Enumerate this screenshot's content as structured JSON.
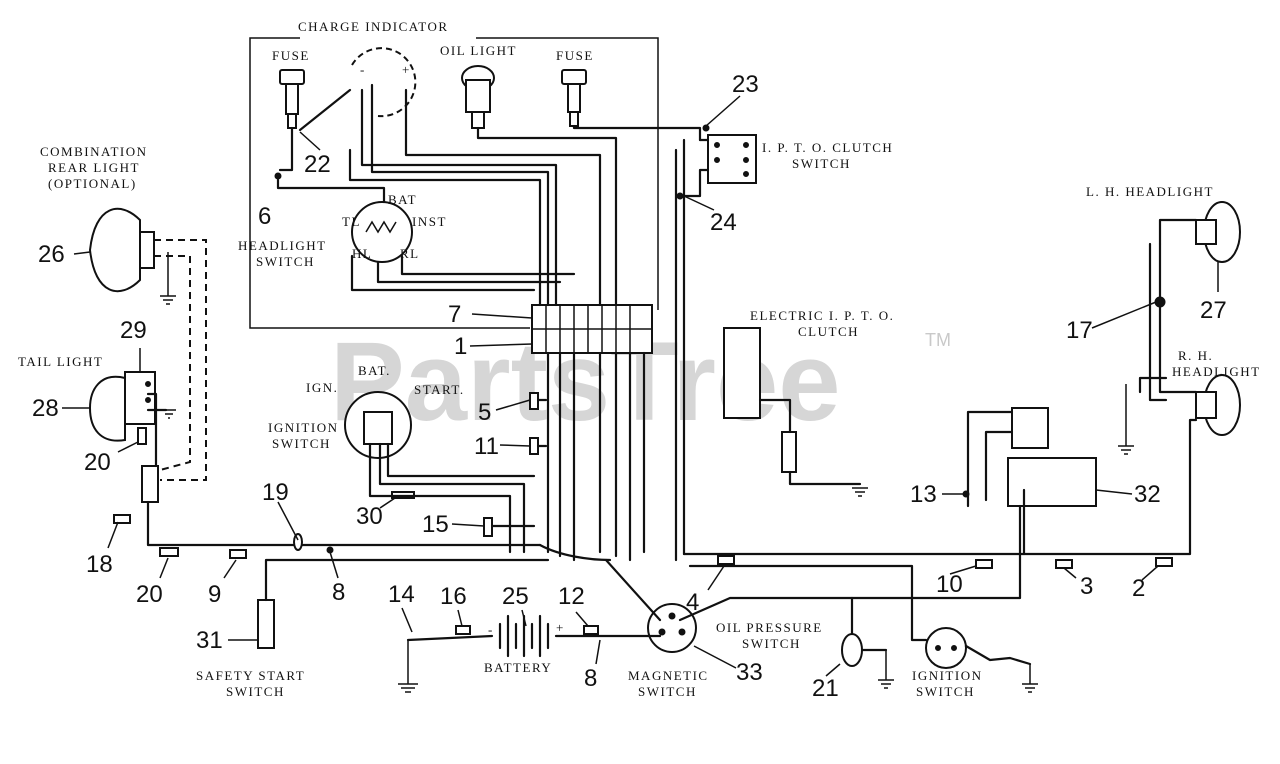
{
  "watermark": {
    "text": "PartsTree",
    "tm": "TM"
  },
  "component_labels": {
    "charge_indicator": "CHARGE INDICATOR",
    "fuse_left": "FUSE",
    "oil_light": "OIL LIGHT",
    "fuse_right": "FUSE",
    "pto_switch_1": "I. P. T. O. CLUTCH",
    "pto_switch_2": "SWITCH",
    "combo_light_1": "COMBINATION",
    "combo_light_2": "REAR LIGHT",
    "combo_light_3": "(OPTIONAL)",
    "headlight_switch_1": "HEADLIGHT",
    "headlight_switch_2": "SWITCH",
    "hl_sw_bat": "BAT",
    "hl_sw_tl": "TL",
    "hl_sw_inst": "INST",
    "hl_sw_hl": "HL",
    "hl_sw_rl": "RL",
    "lh_headlight": "L. H. HEADLIGHT",
    "electric_clutch_1": "ELECTRIC I. P. T. O.",
    "electric_clutch_2": "CLUTCH",
    "rh_headlight_1": "R. H.",
    "rh_headlight_2": "HEADLIGHT",
    "tail_light": "TAIL LIGHT",
    "ign_bat": "BAT.",
    "ign_ign": "IGN.",
    "ign_start": "START.",
    "ignition_switch_1": "IGNITION",
    "ignition_switch_2": "SWITCH",
    "battery": "BATTERY",
    "safety_start_1": "SAFETY START",
    "safety_start_2": "SWITCH",
    "magnetic_switch_1": "MAGNETIC",
    "magnetic_switch_2": "SWITCH",
    "oil_pressure_1": "OIL PRESSURE",
    "oil_pressure_2": "SWITCH",
    "ignition_switch_b_1": "IGNITION",
    "ignition_switch_b_2": "SWITCH",
    "battery_minus": "-",
    "battery_plus": "+"
  },
  "callouts": {
    "n23": "23",
    "n22": "22",
    "n6": "6",
    "n24": "24",
    "n26": "26",
    "n27": "27",
    "n7": "7",
    "n1": "1",
    "n17": "17",
    "n29": "29",
    "n28": "28",
    "n5": "5",
    "n11": "11",
    "n20a": "20",
    "n13": "13",
    "n32": "32",
    "n19": "19",
    "n30": "30",
    "n15": "15",
    "n18": "18",
    "n20b": "20",
    "n9": "9",
    "n8a": "8",
    "n14": "14",
    "n16": "16",
    "n25": "25",
    "n12": "12",
    "n4": "4",
    "n10": "10",
    "n3": "3",
    "n2": "2",
    "n31": "31",
    "n8b": "8",
    "n33": "33",
    "n21": "21"
  }
}
